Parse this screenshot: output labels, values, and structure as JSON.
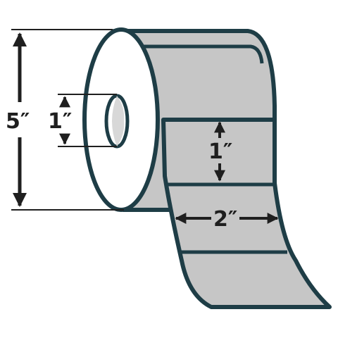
{
  "diagram": {
    "dimensions": {
      "roll_diameter": "5″",
      "core_diameter": "1″",
      "label_height": "1″",
      "label_width": "2″"
    },
    "colors": {
      "outline": "#1e3d46",
      "label_fill": "#c6c6c6",
      "roll_face": "#ffffff",
      "core_shadow": "#d8d8d8",
      "dimension_ink": "#1f1f1f"
    }
  }
}
